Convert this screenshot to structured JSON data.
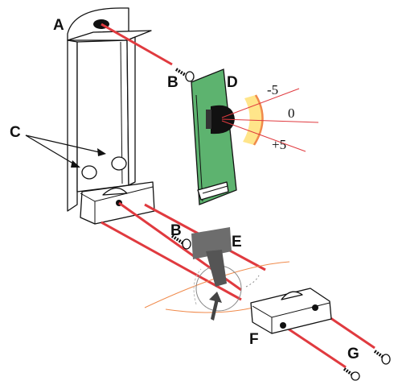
{
  "labels": {
    "a": "A",
    "b_top": "B",
    "b_bottom": "B",
    "c": "C",
    "d": "D",
    "e": "E",
    "f": "F",
    "g": "G"
  },
  "scale_marks": {
    "minus": "-5",
    "zero": "0",
    "plus": "+5"
  },
  "colors": {
    "beam": "#e03a3f",
    "board": "#5db36f",
    "arc_fill": "#ffe58a",
    "arc_orange": "#f08a4b",
    "mirror": "#6d6d6d"
  }
}
